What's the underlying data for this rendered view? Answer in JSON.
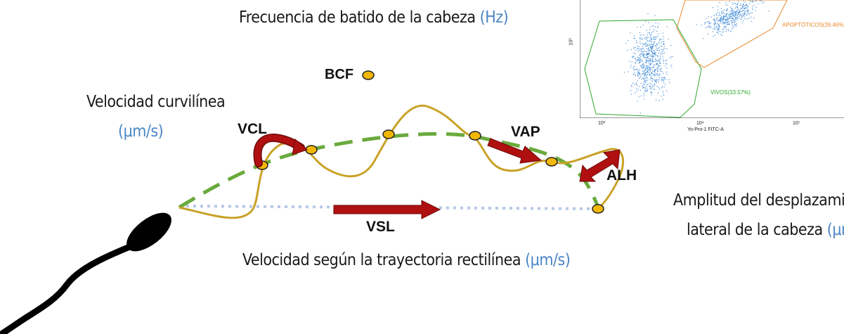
{
  "titles": {
    "bcf": {
      "text": "Frecuencia de batido de la cabeza",
      "unit": "(Hz)"
    },
    "vcl": {
      "line1": "Velocidad curvilínea",
      "unit": "(μm/s)"
    },
    "vsl": {
      "text": "Velocidad según la trayectoria rectilínea",
      "unit": "(μm/s)"
    },
    "alh": {
      "line1": "Amplitud del desplazamiento",
      "line2": "lateral de la cabeza",
      "unit": "(μm)"
    }
  },
  "markers": {
    "bcf": "BCF",
    "vcl": "VCL",
    "vap": "VAP",
    "alh": "ALH",
    "vsl": "VSL"
  },
  "flow_plot": {
    "gates": {
      "apoptotic": "APOPTÓTICOS(26.46%)",
      "live": "VIVOS(33.57%)"
    },
    "x_axis_label": "Yo-Pro-1 FITC-A",
    "x_ticks": [
      "10³",
      "10⁴",
      "10⁵"
    ],
    "y_ticks": [
      "10³"
    ]
  },
  "colors": {
    "curvilinear_path": "#c9a227",
    "average_path": "#6aaa3c",
    "straight_path": "#b7c8e6",
    "arrow": "#b01010",
    "point": "#f2b705",
    "label_blue": "#4a86c5",
    "gate_live": "#2fa82f",
    "gate_apoptotic": "#e8892a",
    "dots": "#4a90d9"
  }
}
